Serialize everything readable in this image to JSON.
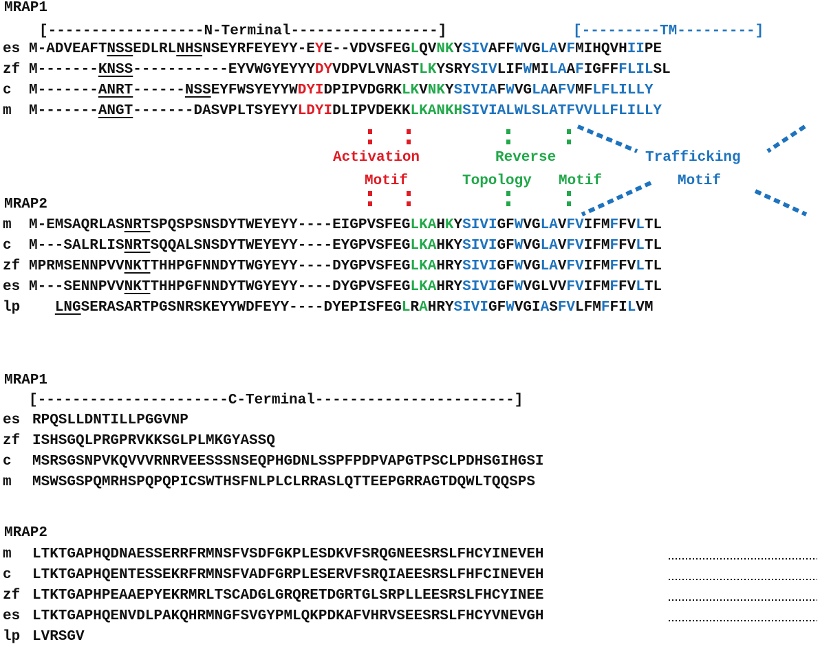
{
  "colors": {
    "black": "#111111",
    "red": "#e01b24",
    "green": "#21a84a",
    "blue": "#1e73be"
  },
  "mrap1_n": {
    "header": "MRAP1",
    "region_n_terminal": "[------------------N-Terminal-----------------]",
    "region_tm": "[---------TM---------]",
    "rows": [
      {
        "species": "es",
        "segments": [
          [
            "M-ADVEAFT",
            "k"
          ],
          [
            "NSS",
            "ku"
          ],
          [
            "EDLRL",
            "k"
          ],
          [
            "NHS",
            "ku"
          ],
          [
            "NSEYRFEYEYY-E",
            "k"
          ],
          [
            "Y",
            "r"
          ],
          [
            "E--VDVSFEG",
            "k"
          ],
          [
            "L",
            "g"
          ],
          [
            "QV",
            "k"
          ],
          [
            "NK",
            "g"
          ],
          [
            "Y",
            "k"
          ],
          [
            "SIV",
            "b"
          ],
          [
            "AFF",
            "k"
          ],
          [
            "W",
            "b"
          ],
          [
            "VG",
            "k"
          ],
          [
            "LA",
            "b"
          ],
          [
            "V",
            "k"
          ],
          [
            "F",
            "b"
          ],
          [
            "MIHQVH",
            "k"
          ],
          [
            "II",
            "b"
          ],
          [
            "PE",
            "k"
          ]
        ]
      },
      {
        "species": "zf",
        "segments": [
          [
            "M-------",
            "k"
          ],
          [
            "KNSS",
            "ku"
          ],
          [
            "-----------EYVWGYEYYY",
            "k"
          ],
          [
            "DY",
            "r"
          ],
          [
            "VDPVLVNAST",
            "k"
          ],
          [
            "LK",
            "g"
          ],
          [
            "YSRY",
            "k"
          ],
          [
            "SIV",
            "b"
          ],
          [
            "LIF",
            "k"
          ],
          [
            "W",
            "b"
          ],
          [
            "MI",
            "k"
          ],
          [
            "LA",
            "b"
          ],
          [
            "A",
            "k"
          ],
          [
            "F",
            "b"
          ],
          [
            "IGFF",
            "k"
          ],
          [
            "FLIL",
            "b"
          ],
          [
            "SL",
            "k"
          ]
        ]
      },
      {
        "species": "c",
        "segments": [
          [
            "M-------",
            "k"
          ],
          [
            "ANRT",
            "ku"
          ],
          [
            "------",
            "k"
          ],
          [
            "NSS",
            "ku"
          ],
          [
            "EYFWSYEYYW",
            "k"
          ],
          [
            "DYI",
            "r"
          ],
          [
            "DPIPVDGRK",
            "k"
          ],
          [
            "LK",
            "g"
          ],
          [
            "V",
            "k"
          ],
          [
            "NK",
            "g"
          ],
          [
            "Y",
            "k"
          ],
          [
            "SIVIA",
            "b"
          ],
          [
            "F",
            "k"
          ],
          [
            "W",
            "b"
          ],
          [
            "VG",
            "k"
          ],
          [
            "LA",
            "b"
          ],
          [
            "A",
            "k"
          ],
          [
            "FV",
            "b"
          ],
          [
            "MF",
            "k"
          ],
          [
            "LFLILLY",
            "b"
          ]
        ]
      },
      {
        "species": "m",
        "segments": [
          [
            "M-------",
            "k"
          ],
          [
            "ANGT",
            "ku"
          ],
          [
            "-------DASVPLTSYEYY",
            "k"
          ],
          [
            "LDYI",
            "r"
          ],
          [
            "DLIPVDEKK",
            "k"
          ],
          [
            "LKANKH",
            "g"
          ],
          [
            "SIVIALWLSLATFVVLLFLILLY",
            "b"
          ]
        ]
      }
    ]
  },
  "labels": {
    "activation_line1": "Activation",
    "activation_line2": "Motif",
    "reverse_line1": "Reverse",
    "reverse_line2": "Topology",
    "reverse_line3": "Motif",
    "trafficking_line1": "Trafficking",
    "trafficking_line2": "Motif"
  },
  "mrap2_n": {
    "header": "MRAP2",
    "rows": [
      {
        "species": "m",
        "segments": [
          [
            "M-EMSAQRLAS",
            "k"
          ],
          [
            "NRT",
            "ku"
          ],
          [
            "SPQSPSNSDYTWEYEYY----EIGPVSFEG",
            "k"
          ],
          [
            "LKA",
            "g"
          ],
          [
            "H",
            "k"
          ],
          [
            "K",
            "g"
          ],
          [
            "Y",
            "k"
          ],
          [
            "SIVI",
            "b"
          ],
          [
            "GF",
            "k"
          ],
          [
            "W",
            "b"
          ],
          [
            "VG",
            "k"
          ],
          [
            "LA",
            "b"
          ],
          [
            "V",
            "k"
          ],
          [
            "FV",
            "b"
          ],
          [
            "IFM",
            "k"
          ],
          [
            "F",
            "b"
          ],
          [
            "FV",
            "k"
          ],
          [
            "L",
            "b"
          ],
          [
            "TL",
            "k"
          ]
        ]
      },
      {
        "species": "c",
        "segments": [
          [
            "M---SALRLIS",
            "k"
          ],
          [
            "NRT",
            "ku"
          ],
          [
            "SQQALSNSDYTWEYEYY----EYGPVSFEG",
            "k"
          ],
          [
            "LKA",
            "g"
          ],
          [
            "HKY",
            "k"
          ],
          [
            "SIVI",
            "b"
          ],
          [
            "GF",
            "k"
          ],
          [
            "W",
            "b"
          ],
          [
            "VG",
            "k"
          ],
          [
            "LA",
            "b"
          ],
          [
            "V",
            "k"
          ],
          [
            "FV",
            "b"
          ],
          [
            "IFM",
            "k"
          ],
          [
            "F",
            "b"
          ],
          [
            "FV",
            "k"
          ],
          [
            "L",
            "b"
          ],
          [
            "TL",
            "k"
          ]
        ]
      },
      {
        "species": "zf",
        "segments": [
          [
            "MPRMSENNPVV",
            "k"
          ],
          [
            "NKT",
            "ku"
          ],
          [
            "THHPGFNNDYTWGYEYY----DYGPVSFEG",
            "k"
          ],
          [
            "LKA",
            "g"
          ],
          [
            "HRY",
            "k"
          ],
          [
            "SIVI",
            "b"
          ],
          [
            "GF",
            "k"
          ],
          [
            "W",
            "b"
          ],
          [
            "VG",
            "k"
          ],
          [
            "LA",
            "b"
          ],
          [
            "V",
            "k"
          ],
          [
            "FV",
            "b"
          ],
          [
            "IFM",
            "k"
          ],
          [
            "F",
            "b"
          ],
          [
            "FV",
            "k"
          ],
          [
            "L",
            "b"
          ],
          [
            "TL",
            "k"
          ]
        ]
      },
      {
        "species": "es",
        "segments": [
          [
            "M---SENNPVV",
            "k"
          ],
          [
            "NKT",
            "ku"
          ],
          [
            "THHPGFNNDYTWGYEYY----DYGPVSFEG",
            "k"
          ],
          [
            "LKA",
            "g"
          ],
          [
            "HRY",
            "k"
          ],
          [
            "SIVI",
            "b"
          ],
          [
            "GF",
            "k"
          ],
          [
            "W",
            "b"
          ],
          [
            "VGLVV",
            "k"
          ],
          [
            "FV",
            "b"
          ],
          [
            "IFM",
            "k"
          ],
          [
            "F",
            "b"
          ],
          [
            "FV",
            "k"
          ],
          [
            "L",
            "b"
          ],
          [
            "TL",
            "k"
          ]
        ]
      },
      {
        "species": "lp",
        "segments": [
          [
            "   ",
            "k"
          ],
          [
            "LNG",
            "ku"
          ],
          [
            "SERASARTPGSNRSKEYYWDFEYY----DYEPISFEG",
            "k"
          ],
          [
            "L",
            "g"
          ],
          [
            "R",
            "k"
          ],
          [
            "A",
            "g"
          ],
          [
            "HRY",
            "k"
          ],
          [
            "SIVI",
            "b"
          ],
          [
            "GF",
            "k"
          ],
          [
            "W",
            "b"
          ],
          [
            "VGI",
            "k"
          ],
          [
            "A",
            "b"
          ],
          [
            "S",
            "k"
          ],
          [
            "FV",
            "b"
          ],
          [
            "LFM",
            "k"
          ],
          [
            "F",
            "b"
          ],
          [
            "FI",
            "k"
          ],
          [
            "L",
            "b"
          ],
          [
            "VM",
            "k"
          ]
        ]
      }
    ]
  },
  "mrap1_c": {
    "header": "MRAP1",
    "region_c_terminal": "[----------------------C-Terminal-----------------------]",
    "rows": [
      {
        "species": "es",
        "seq": "RPQSLLDNTILLPGGVNP"
      },
      {
        "species": "zf",
        "seq": "ISHSGQLPRGPRVKKSGLPLMKGYASSQ"
      },
      {
        "species": "c",
        "seq": "MSRSGSNPVKQVVVRNRVEESSSNSEQPHGDNLSSPFPDPVAPGTPSCLPDHSGIHGSI"
      },
      {
        "species": "m",
        "seq": "MSWSGSPQMRHSPQPQPICSWTHSFNLPLCLRRASLQTTEEPGRRAGTDQWLTQQSPS"
      }
    ]
  },
  "mrap2_c": {
    "header": "MRAP2",
    "rows": [
      {
        "species": "m",
        "seq": "LTKTGAPHQDNAESSERRFRMNSFVSDFGKPLESDKVFSRQGNEESRSLFHCYINEVEH",
        "continues": true
      },
      {
        "species": "c",
        "seq": "LTKTGAPHQENTESSEKRFRMNSFVADFGRPLESERVFSRQIAEESRSLFHFCINEVEH",
        "continues": true
      },
      {
        "species": "zf",
        "seq": "LTKTGAPHPEAAEPYEKRMRLTSCADGLGRQRETDGRTGLSRPLLEESRSLFHCYINEE",
        "continues": true
      },
      {
        "species": "es",
        "seq": "LTKTGAPHQENVDLPAKQHRMNGFSVGYPMLQKPDKAFVHRVSEESRSLFHCYVNEVGH",
        "continues": true
      },
      {
        "species": "lp",
        "seq": "LVRSGV",
        "continues": false
      }
    ]
  }
}
